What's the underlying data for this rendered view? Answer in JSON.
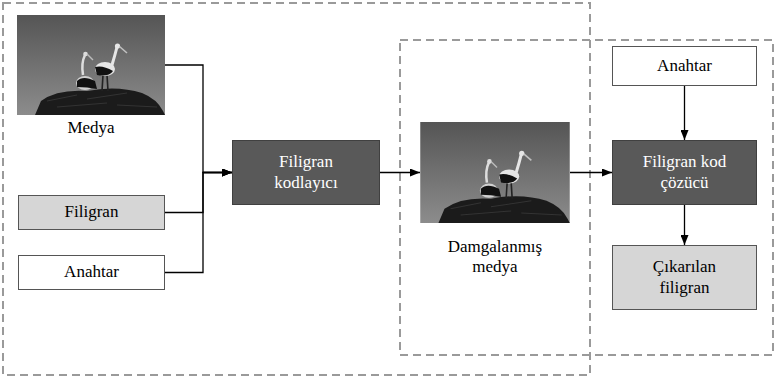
{
  "diagram": {
    "nodes": [
      {
        "text": [
          "Medya"
        ]
      },
      {
        "text": [
          "Filigran"
        ]
      },
      {
        "text": [
          "Anahtar"
        ]
      },
      {
        "text": [
          "Filigran kodlayıcı"
        ]
      },
      {
        "text": [
          "Damgalanmış medya"
        ]
      },
      {
        "text": [
          "Anahtar"
        ]
      },
      {
        "text": [
          "Filigran kod çözücü"
        ]
      },
      {
        "text": [
          "Çıkarılan filigran"
        ]
      }
    ],
    "edges": [
      {
        "from": 0,
        "to": 3,
        "arrow": "to"
      },
      {
        "from": 1,
        "to": 3,
        "arrow": "to"
      },
      {
        "from": 2,
        "to": 3,
        "arrow": "to"
      },
      {
        "from": 3,
        "to": 4,
        "arrow": "to"
      },
      {
        "from": 4,
        "to": 6,
        "arrow": "to"
      },
      {
        "from": 5,
        "to": 6,
        "arrow": "to"
      },
      {
        "from": 6,
        "to": 7,
        "arrow": "to"
      }
    ]
  }
}
